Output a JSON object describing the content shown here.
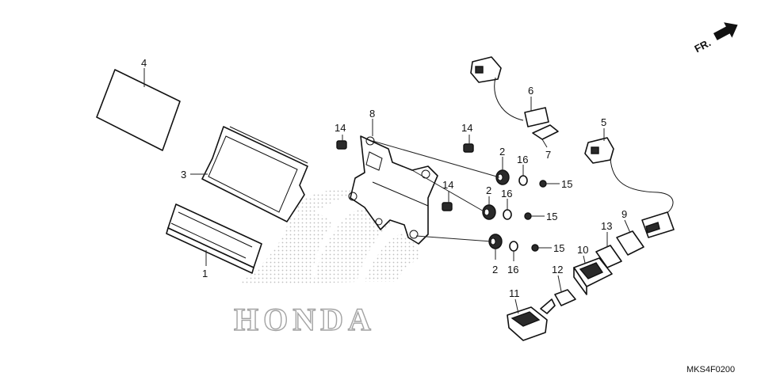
{
  "diagram": {
    "figure_code": "MKS4F0200",
    "front_indicator": "FR.",
    "watermark_logo_text": "HONDA",
    "callouts": {
      "c1": "1",
      "c2a": "2",
      "c2b": "2",
      "c2c": "2",
      "c3": "3",
      "c4": "4",
      "c5": "5",
      "c6": "6",
      "c7": "7",
      "c9": "9",
      "c10": "10",
      "c11": "11",
      "c12": "12",
      "c13": "13",
      "c14a": "14",
      "c14b": "14",
      "c14c": "14",
      "c15a": "15",
      "c15b": "15",
      "c15c": "15",
      "c16a": "16",
      "c16b": "16",
      "c16c": "16",
      "c8": "8"
    }
  }
}
